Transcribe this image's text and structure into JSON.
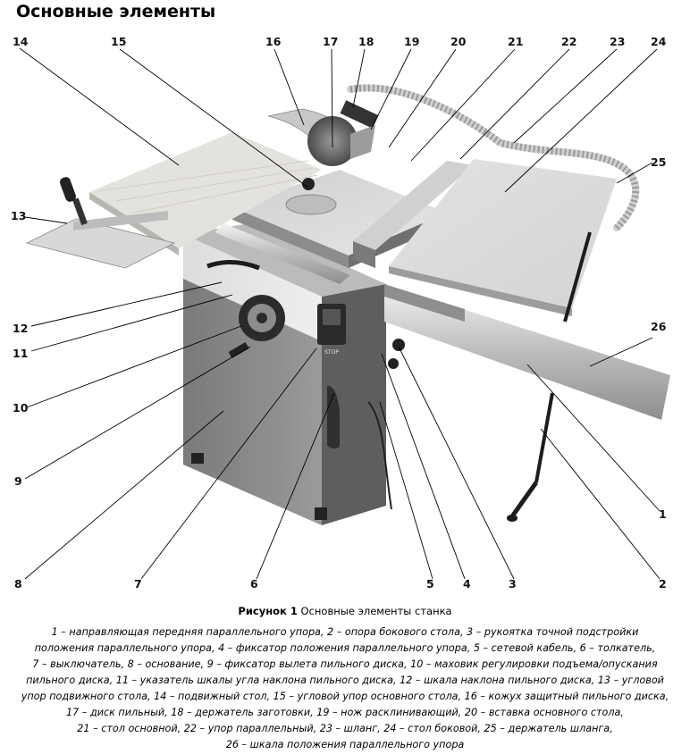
{
  "heading": "Основные элементы",
  "figure": {
    "callouts": [
      {
        "num": "1"
      },
      {
        "num": "2"
      },
      {
        "num": "3"
      },
      {
        "num": "4"
      },
      {
        "num": "5"
      },
      {
        "num": "6"
      },
      {
        "num": "7"
      },
      {
        "num": "8"
      },
      {
        "num": "9"
      },
      {
        "num": "10"
      },
      {
        "num": "11"
      },
      {
        "num": "12"
      },
      {
        "num": "13"
      },
      {
        "num": "14"
      },
      {
        "num": "15"
      },
      {
        "num": "16"
      },
      {
        "num": "17"
      },
      {
        "num": "18"
      },
      {
        "num": "19"
      },
      {
        "num": "20"
      },
      {
        "num": "21"
      },
      {
        "num": "22"
      },
      {
        "num": "23"
      },
      {
        "num": "24"
      },
      {
        "num": "25"
      },
      {
        "num": "26"
      }
    ],
    "switch_text": "STOP"
  },
  "caption": {
    "label": "Рисунок 1",
    "text": " Основные элементы станка"
  },
  "legend_lines": [
    "1 – направляющая передняя параллельного упора, 2 – опора бокового стола, 3 – рукоятка точной подстройки",
    "положения параллельного упора, 4 – фиксатор положения параллельного упора, 5 – сетевой кабель, 6 – толкатель,",
    "7 – выключатель, 8 – основание, 9 – фиксатор вылета пильного диска, 10 – маховик регулировки подъема/опускания",
    "пильного диска, 11 – указатель шкалы угла наклона пильного диска, 12 – шкала наклона пильного диска, 13 – угловой",
    "упор подвижного стола, 14 – подвижный стол, 15 – угловой упор основного стола, 16 – кожух защитный пильного диска,",
    "17 – диск пильный, 18 – держатель заготовки, 19 – нож расклинивающий, 20 – вставка основного стола,",
    "21 – стол основной, 22 – упор параллельный, 23 – шланг, 24 – стол боковой, 25 – держатель шланга,",
    "26 – шкала положения параллельного упора"
  ]
}
